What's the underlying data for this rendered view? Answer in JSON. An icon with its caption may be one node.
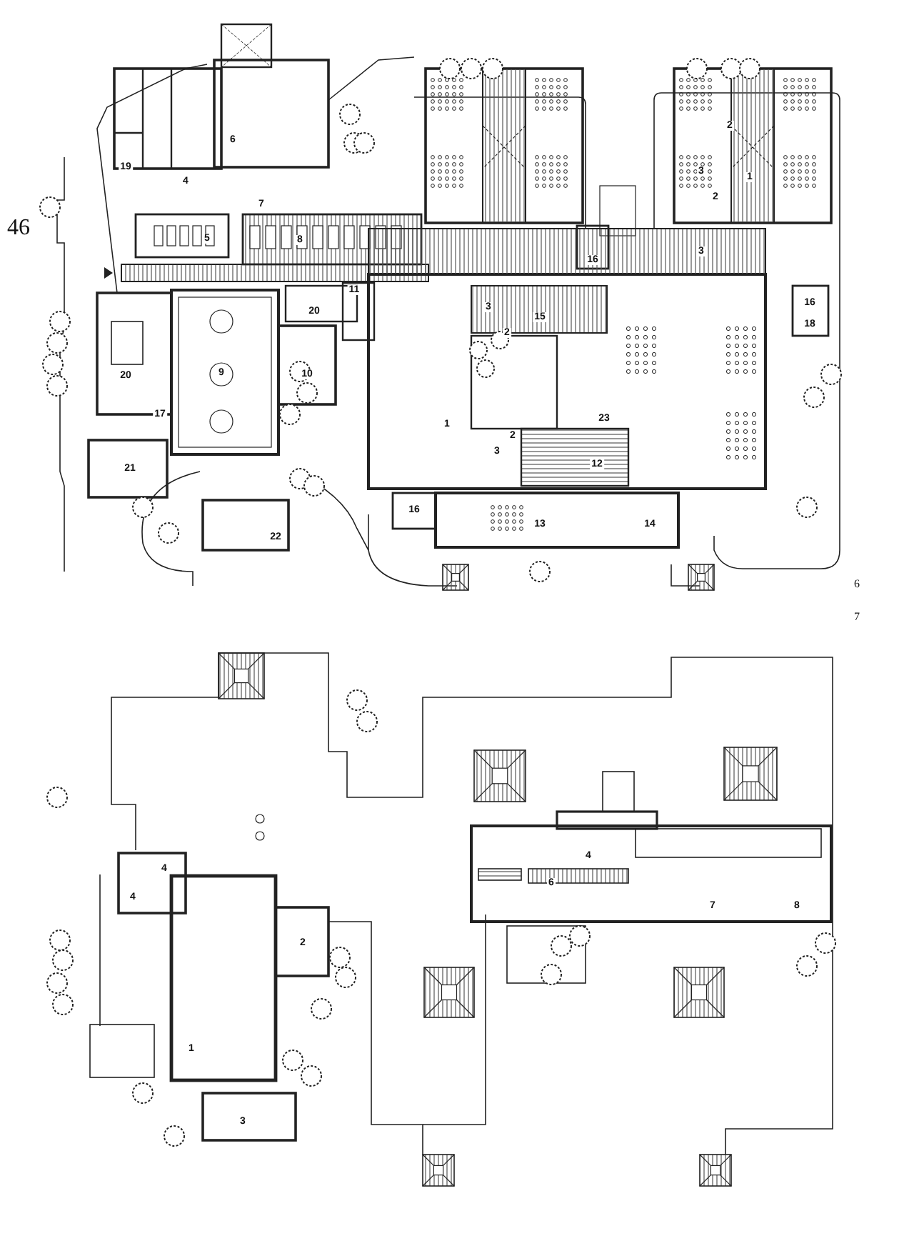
{
  "diagram": {
    "labels": [
      "46",
      "19",
      "4",
      "6",
      "2",
      "7",
      "3",
      "1",
      "2",
      "5",
      "8",
      "3",
      "16",
      "11",
      "16",
      "3",
      "20",
      "15",
      "18",
      "2",
      "20",
      "9",
      "10",
      "17",
      "23",
      "1",
      "2",
      "3",
      "12",
      "21",
      "16",
      "13",
      "14",
      "22",
      "6",
      "7",
      "4",
      "4",
      "6",
      "4",
      "7",
      "8",
      "2",
      "1",
      "3"
    ]
  }
}
